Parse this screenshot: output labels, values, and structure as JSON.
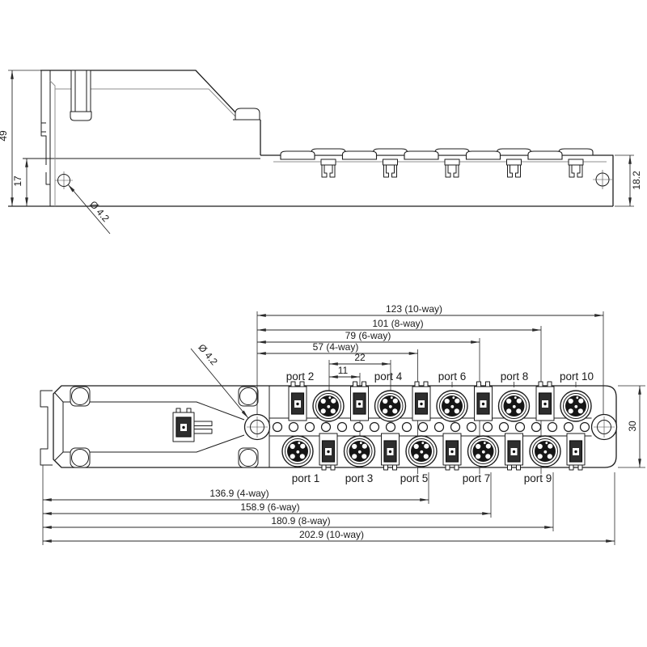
{
  "drawing": {
    "type": "technical-dimension-drawing",
    "line_color": "#1c1c1c",
    "background": "#ffffff"
  },
  "side_view": {
    "dims": {
      "total_height": "49",
      "lower_height": "17",
      "right_height": "18.2"
    },
    "hole_label": "Ø 4.2"
  },
  "plan_view": {
    "hole_label": "Ø 4.2",
    "right_width_dim": "30",
    "port_labels_top": [
      "port 2",
      "port 4",
      "port 6",
      "port 8",
      "port 10"
    ],
    "port_labels_bottom": [
      "port 1",
      "port 3",
      "port 5",
      "port 7",
      "port 9"
    ],
    "upper_dims": [
      "123 (10-way)",
      "101 (8-way)",
      "79 (6-way)",
      "57 (4-way)",
      "22",
      "11"
    ],
    "lower_dims": [
      "136.9 (4-way)",
      "158.9 (6-way)",
      "180.9 (8-way)",
      "202.9 (10-way)"
    ]
  }
}
